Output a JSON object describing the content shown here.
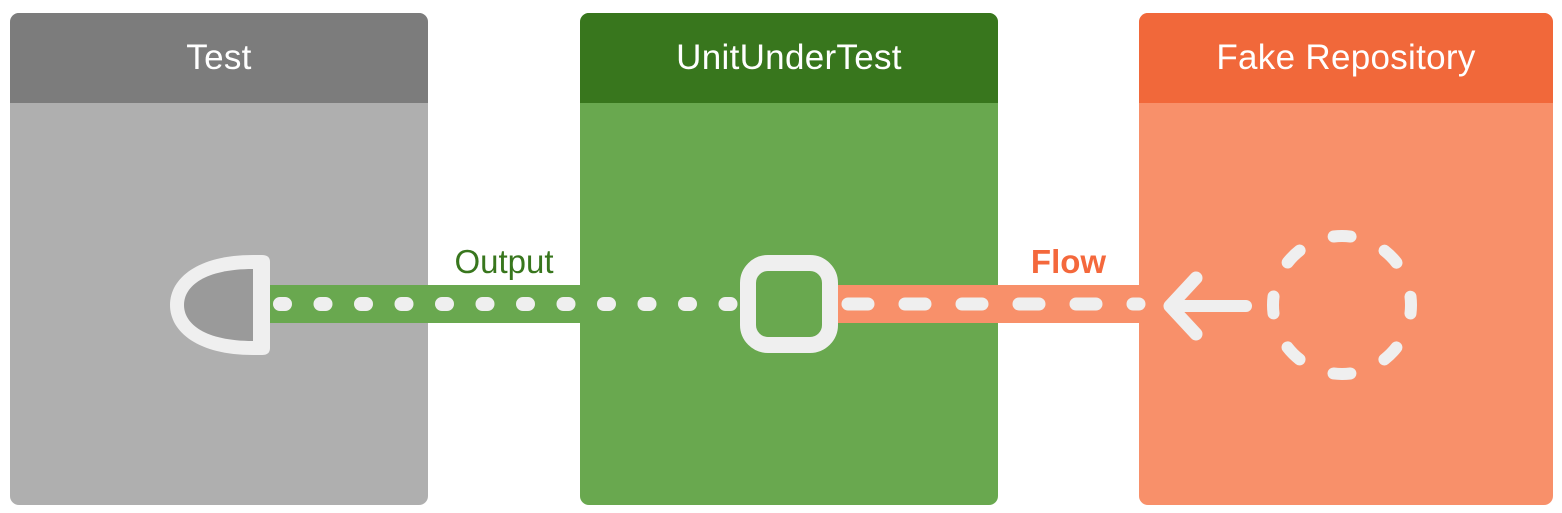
{
  "diagram": {
    "boxes": [
      {
        "name": "Test",
        "theme": "gray"
      },
      {
        "name": "UnitUnderTest",
        "theme": "green"
      },
      {
        "name": "Fake Repository",
        "theme": "orange"
      }
    ],
    "connections": [
      {
        "label": "Output",
        "line_style": "dotted",
        "color_theme": "green",
        "between": [
          "UnitUnderTest",
          "Test"
        ]
      },
      {
        "label": "Flow",
        "line_style": "dashed",
        "color_theme": "orange",
        "between": [
          "Fake Repository",
          "UnitUnderTest"
        ],
        "arrow_direction": "left"
      }
    ],
    "icons": {
      "test_box": "collector-socket-icon (d-shape)",
      "unit_under_test_box": "rounded-square-port-icon",
      "fake_repository_box": "dashed-circle-flow-icon",
      "flow_line": "arrow-left-icon"
    }
  },
  "colors": {
    "background": "#FFFFFF",
    "header_text": "#FFFFFF",
    "box_gray_header": "#7C7C7C",
    "box_gray_body": "#AFAFAF",
    "collector_fill": "#9A9A9A",
    "box_green_header": "#38761D",
    "box_green_body": "#69A84F",
    "box_orange_header": "#F1683A",
    "box_orange_body": "#F8906A",
    "label_green": "#38761D",
    "label_orange": "#F4683C",
    "connector_white": "#EFEFEF"
  }
}
